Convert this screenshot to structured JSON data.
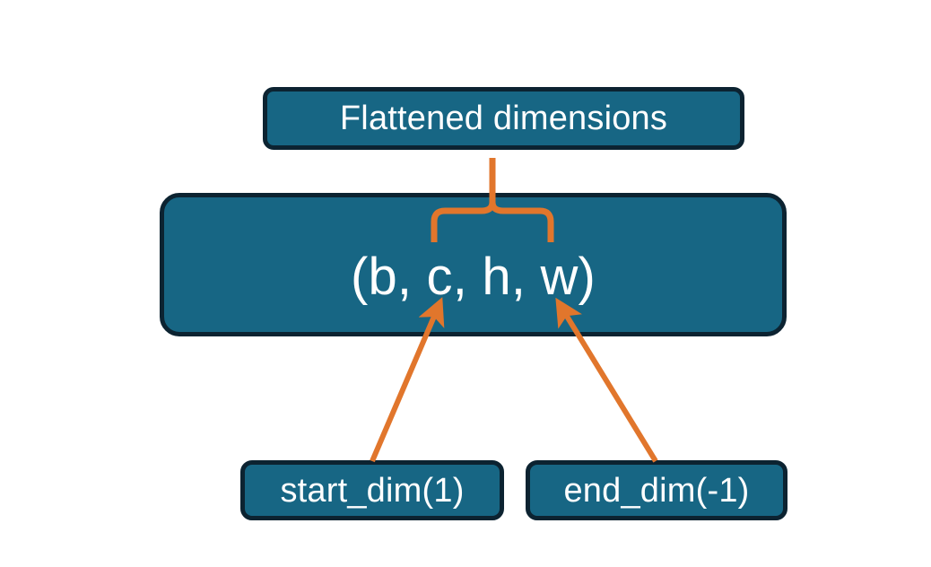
{
  "diagram": {
    "title_node": {
      "label": "Flattened dimensions"
    },
    "shape_node": {
      "label": "(b, c, h, w)"
    },
    "arg_nodes": [
      {
        "label": "start_dim(1)"
      },
      {
        "label": "end_dim(-1)"
      }
    ],
    "connectors": {
      "brace_label": "flattened-range-brace",
      "arrow_start_label": "start-dim-arrow",
      "arrow_end_label": "end-dim-arrow"
    },
    "colors": {
      "node_fill": "#176684",
      "node_border": "#0c2331",
      "node_text": "#ffffff",
      "accent": "#E1762C",
      "background": "#ffffff"
    }
  }
}
